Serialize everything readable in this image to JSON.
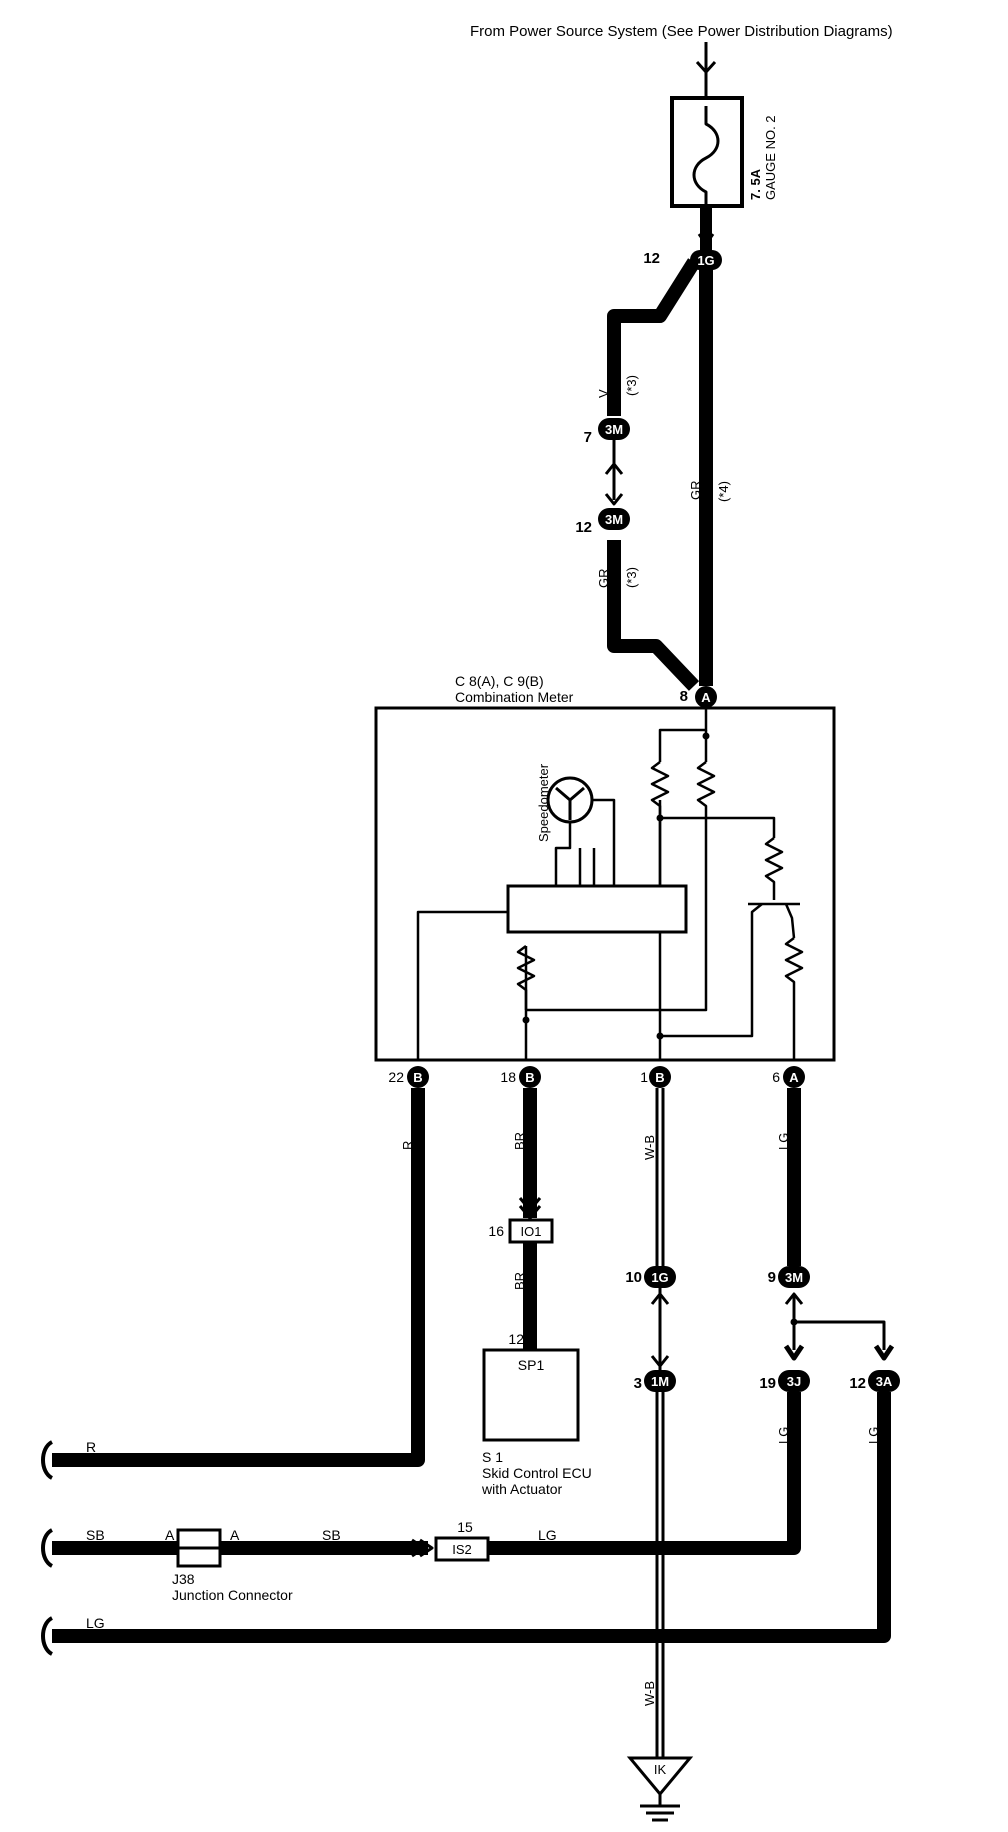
{
  "source": {
    "label": "From Power Source System (See Power Distribution Diagrams)"
  },
  "fuse": {
    "rating": "7. 5A",
    "name": "GAUGE NO. 2"
  },
  "connectors": {
    "c1g_top": {
      "pin": "12",
      "id": "1G"
    },
    "c3m_upper": {
      "pin": "7",
      "id": "3M"
    },
    "c3m_lower": {
      "pin": "12",
      "id": "3M"
    },
    "c_a_top": {
      "pin": "8",
      "id": "A"
    },
    "c_b22": {
      "pin": "22",
      "id": "B"
    },
    "c_b18": {
      "pin": "18",
      "id": "B"
    },
    "c_b1": {
      "pin": "1",
      "id": "B"
    },
    "c_a6": {
      "pin": "6",
      "id": "A"
    },
    "io1": {
      "pin": "16",
      "id": "IO1"
    },
    "c1g_mid": {
      "pin": "10",
      "id": "1G"
    },
    "c3m_mid": {
      "pin": "9",
      "id": "3M"
    },
    "c1m": {
      "pin": "3",
      "id": "1M"
    },
    "c3j": {
      "pin": "19",
      "id": "3J"
    },
    "c3a": {
      "pin": "12",
      "id": "3A"
    },
    "is2": {
      "pin": "15",
      "id": "IS2"
    },
    "sp1": {
      "pin": "12",
      "id": "SP1"
    },
    "ik": {
      "id": "IK"
    }
  },
  "wires": {
    "v_star3": {
      "color": "V",
      "note": "(*3)"
    },
    "gr_star3": {
      "color": "GR",
      "note": "(*3)"
    },
    "gr_star4": {
      "color": "GR",
      "note": "(*4)"
    },
    "r": "R",
    "br1": "BR",
    "br2": "BR",
    "wb1": "W-B",
    "wb2": "W-B",
    "lg1": "LG",
    "lg_3j": "LG",
    "lg_3a": "LG",
    "sb_left": "SB",
    "sb_right": "SB",
    "lg_is2": "LG",
    "r_left": "R",
    "lg_left": "LG"
  },
  "meter": {
    "title_line1": "C 8(A), C 9(B)",
    "title_line2": "Combination Meter",
    "speedometer_label": "Speedometer"
  },
  "ecu": {
    "name": "S 1",
    "line1": "Skid Control ECU",
    "line2": "with Actuator"
  },
  "junction": {
    "pin_left": "A",
    "pin_right": "A",
    "id": "J38",
    "name": "Junction Connector"
  }
}
